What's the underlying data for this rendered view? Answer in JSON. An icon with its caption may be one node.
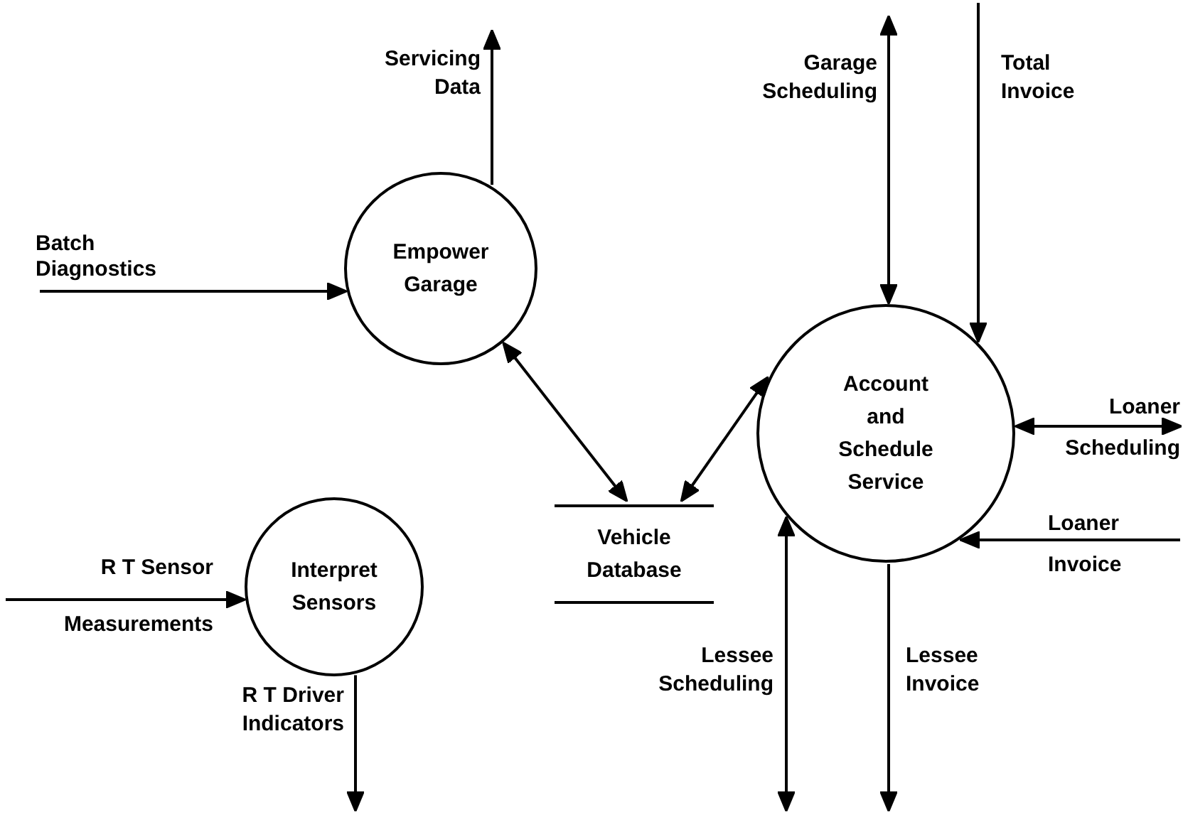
{
  "diagram": {
    "nodes": [
      {
        "text": [
          "Empower Garage"
        ]
      },
      {
        "text": [
          "Account and Schedule Service"
        ]
      },
      {
        "text": [
          "Vehicle Database"
        ]
      },
      {
        "text": [
          "Interpret Sensors"
        ]
      }
    ],
    "edges": [
      {
        "from": null,
        "to": 0,
        "arrow": "to",
        "label": "Batch Diagnostics"
      },
      {
        "from": 0,
        "to": null,
        "arrow": "to",
        "label": "Servicing Data"
      },
      {
        "from": 0,
        "to": 2,
        "arrow": "both"
      },
      {
        "from": 2,
        "to": 1,
        "arrow": "both"
      },
      {
        "from": null,
        "to": 1,
        "arrow": "both",
        "label": "Garage Scheduling"
      },
      {
        "from": null,
        "to": 1,
        "arrow": "to",
        "label": "Total Invoice"
      },
      {
        "from": 1,
        "to": null,
        "arrow": "both",
        "label": "Loaner Scheduling"
      },
      {
        "from": null,
        "to": 1,
        "arrow": "to",
        "label": "Loaner Invoice"
      },
      {
        "from": 1,
        "to": null,
        "arrow": "both",
        "label": "Lessee Scheduling"
      },
      {
        "from": 1,
        "to": null,
        "arrow": "to",
        "label": "Lessee Invoice"
      },
      {
        "from": null,
        "to": 3,
        "arrow": "to",
        "label": "R T Sensor Measurements"
      },
      {
        "from": 3,
        "to": null,
        "arrow": "to",
        "label": "R T Driver Indicators"
      }
    ]
  }
}
